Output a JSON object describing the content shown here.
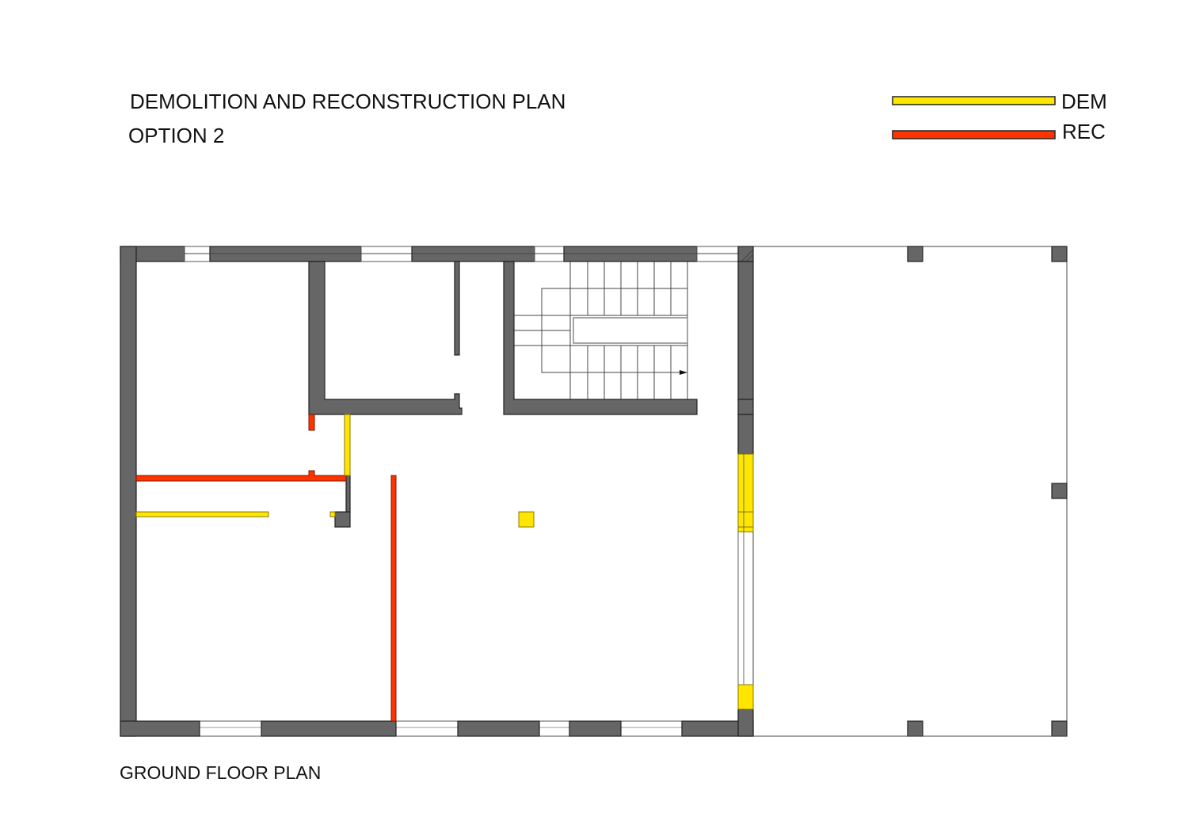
{
  "title": "DEMOLITION AND RECONSTRUCTION PLAN",
  "subtitle": "OPTION 2",
  "legend": [
    {
      "label": "DEM",
      "color": "#ffe600"
    },
    {
      "label": "REC",
      "color": "#ff3300"
    }
  ],
  "plan_label": "GROUND FLOOR PLAN",
  "colors": {
    "wall": "#666666",
    "demolition": "#ffe600",
    "reconstruction": "#ff3300"
  }
}
